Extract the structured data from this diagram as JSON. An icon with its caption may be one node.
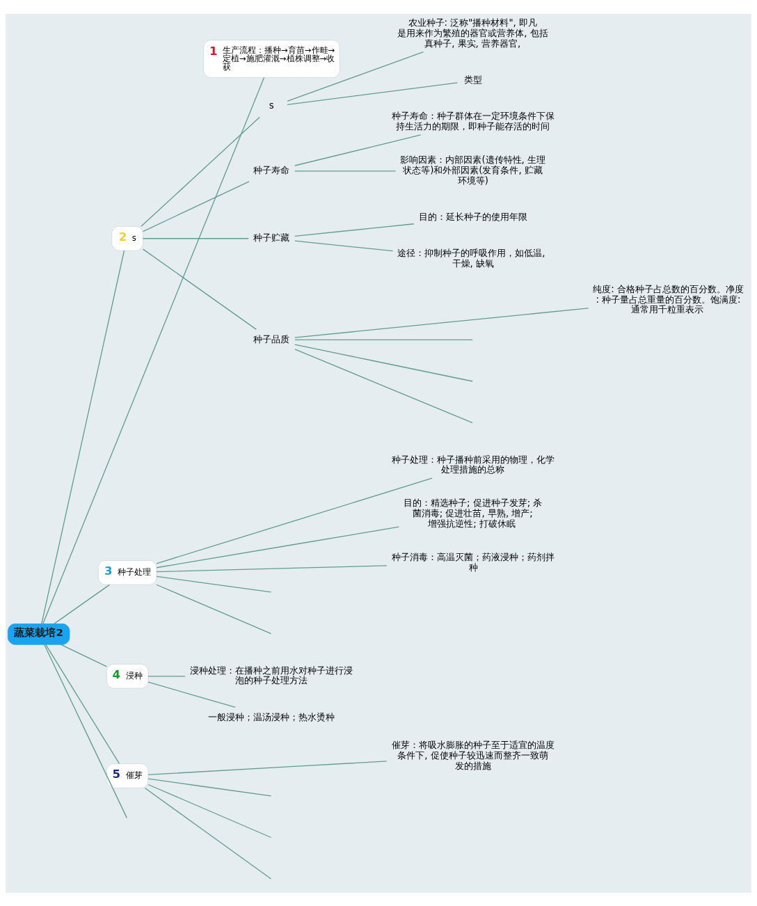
{
  "diagram": {
    "nodes": [
      {
        "text": [
          "蔬菜栽培2"
        ]
      },
      {
        "text": [
          "1",
          "生产流程：播种→育苗→作畦→定植→施肥灌溉→植株调整→收获"
        ]
      },
      {
        "text": [
          "2",
          "s"
        ]
      },
      {
        "text": [
          "s"
        ]
      },
      {
        "text": [
          "农业种子: 泛称\"播种材料\", 即凡是用来作为繁殖的器官或营养体, 包括真种子, 果实, 营养器官,"
        ]
      },
      {
        "text": [
          "类型"
        ]
      },
      {
        "text": [
          "种子寿命"
        ]
      },
      {
        "text": [
          "种子寿命：种子群体在一定环境条件下保持生活力的期限，即种子能存活的时间"
        ]
      },
      {
        "text": [
          "影响因素：内部因素(遗传特性, 生理状态等)和外部因素(发育条件, 贮藏环境等)"
        ]
      },
      {
        "text": [
          "种子贮藏"
        ]
      },
      {
        "text": [
          "目的：延长种子的使用年限"
        ]
      },
      {
        "text": [
          "途径：抑制种子的呼吸作用，如低温, 干燥, 缺氧"
        ]
      },
      {
        "text": [
          "种子品质"
        ]
      },
      {
        "text": [
          "纯度: 合格种子占总数的百分数。净度: 种子量占总重量的百分数。饱满度: 通常用千粒重表示"
        ]
      },
      {
        "text": [
          "3",
          "种子处理"
        ]
      },
      {
        "text": [
          "种子处理：种子播种前采用的物理，化学处理措施的总称"
        ]
      },
      {
        "text": [
          "目的：精选种子; 促进种子发芽; 杀菌消毒; 促进壮苗, 早熟, 增产; 增强抗逆性; 打破休眠"
        ]
      },
      {
        "text": [
          "种子消毒：高温灭菌；药液浸种；药剂拌种"
        ]
      },
      {
        "text": [
          "4",
          "浸种"
        ]
      },
      {
        "text": [
          "浸种处理：在播种之前用水对种子进行浸泡的种子处理方法"
        ]
      },
      {
        "text": [
          "一般浸种；温汤浸种；热水烫种"
        ]
      },
      {
        "text": [
          "5",
          "催芽"
        ]
      },
      {
        "text": [
          "催芽：将吸水膨胀的种子至于适宜的温度条件下, 促使种子较迅速而整齐一致萌发的措施"
        ]
      }
    ],
    "edges": [
      {
        "from": 0,
        "to": 1,
        "arrow": "none"
      },
      {
        "from": 0,
        "to": 2,
        "arrow": "none"
      },
      {
        "from": 2,
        "to": 3,
        "arrow": "none"
      },
      {
        "from": 3,
        "to": 4,
        "arrow": "none"
      },
      {
        "from": 3,
        "to": 5,
        "arrow": "none"
      },
      {
        "from": 2,
        "to": 6,
        "arrow": "none"
      },
      {
        "from": 6,
        "to": 7,
        "arrow": "none"
      },
      {
        "from": 6,
        "to": 8,
        "arrow": "none"
      },
      {
        "from": 2,
        "to": 9,
        "arrow": "none"
      },
      {
        "from": 9,
        "to": 10,
        "arrow": "none"
      },
      {
        "from": 9,
        "to": 11,
        "arrow": "none"
      },
      {
        "from": 2,
        "to": 12,
        "arrow": "none"
      },
      {
        "from": 12,
        "to": 13,
        "arrow": "none"
      },
      {
        "from": 12,
        "to": null,
        "arrow": "none"
      },
      {
        "from": 12,
        "to": null,
        "arrow": "none"
      },
      {
        "from": 12,
        "to": null,
        "arrow": "none"
      },
      {
        "from": 0,
        "to": 14,
        "arrow": "none"
      },
      {
        "from": 14,
        "to": 15,
        "arrow": "none"
      },
      {
        "from": 14,
        "to": 16,
        "arrow": "none"
      },
      {
        "from": 14,
        "to": 17,
        "arrow": "none"
      },
      {
        "from": 14,
        "to": null,
        "arrow": "none"
      },
      {
        "from": 14,
        "to": null,
        "arrow": "none"
      },
      {
        "from": 0,
        "to": 18,
        "arrow": "none"
      },
      {
        "from": 18,
        "to": 19,
        "arrow": "none"
      },
      {
        "from": 18,
        "to": 20,
        "arrow": "none"
      },
      {
        "from": 0,
        "to": 21,
        "arrow": "none"
      },
      {
        "from": 21,
        "to": 22,
        "arrow": "none"
      },
      {
        "from": 21,
        "to": null,
        "arrow": "none"
      },
      {
        "from": 21,
        "to": null,
        "arrow": "none"
      },
      {
        "from": 21,
        "to": null,
        "arrow": "none"
      },
      {
        "from": 0,
        "to": null,
        "arrow": "none"
      }
    ]
  }
}
